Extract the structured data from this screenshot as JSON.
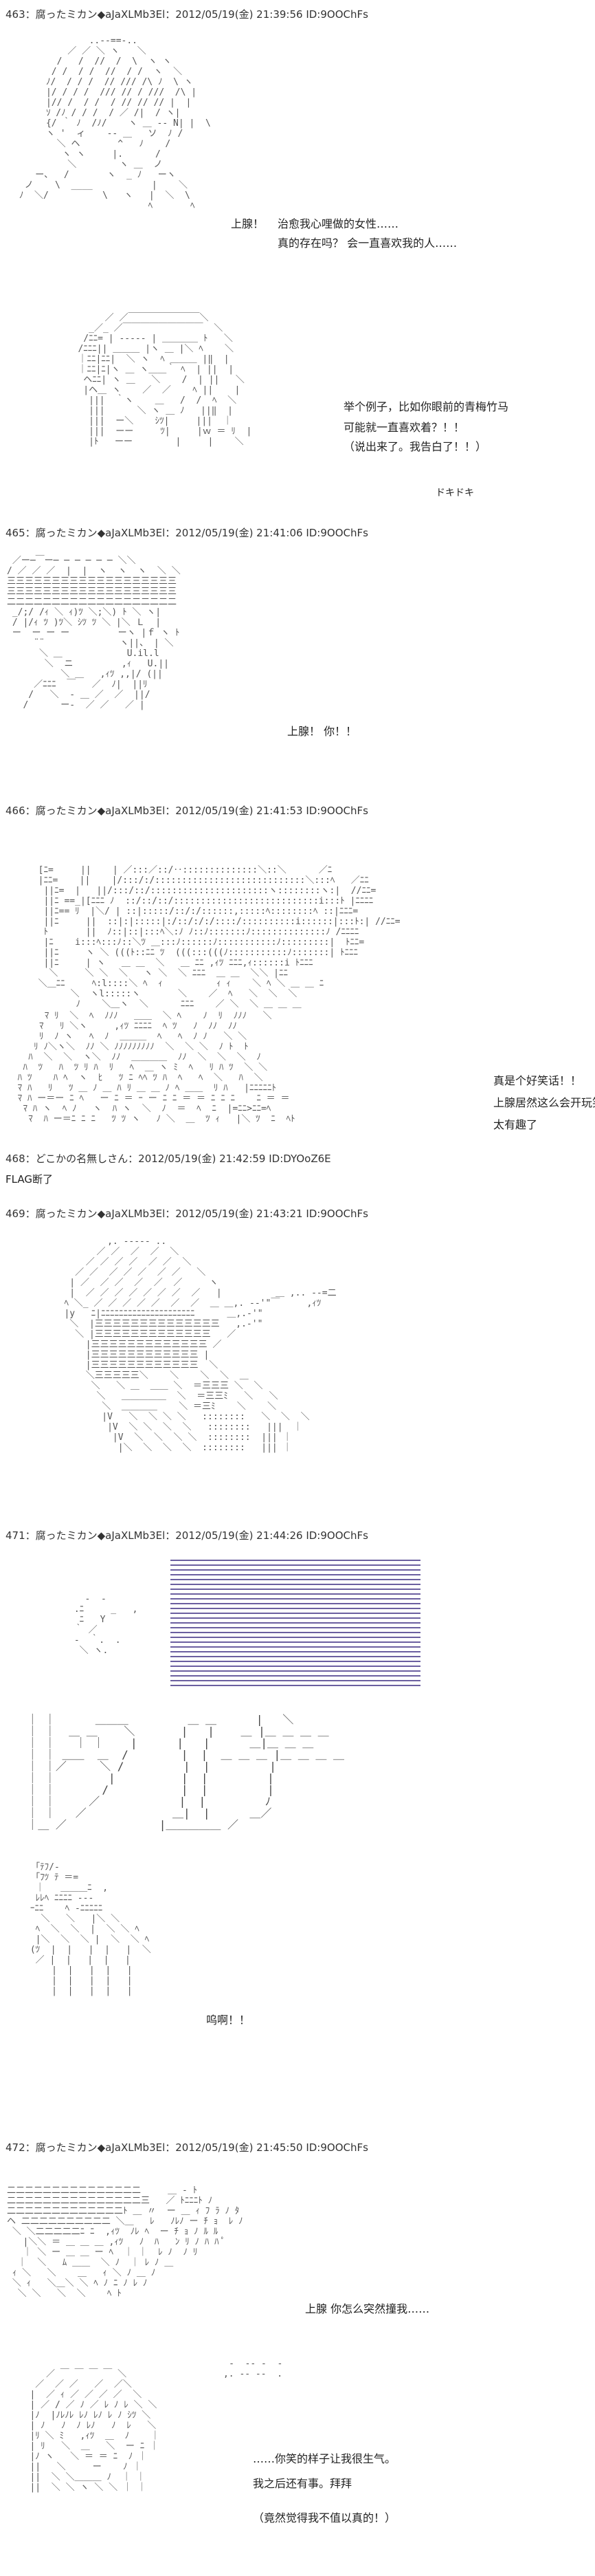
{
  "posts": [
    {
      "header": "463：腐ったミカン◆aJaXLMb3El：2012/05/19(金) 21:39:56 ID:9OOChFs",
      "lines": [
        "上腺！",
        "治愈我心哩做的女性……",
        "真的存在吗？ 会一直喜欢我的人……",
        "举个例子，比如你眼前的青梅竹马",
        "可能就一直喜欢着？！！",
        "（说出来了。我告白了！！）",
        "ドキドキ"
      ]
    },
    {
      "header": "465：腐ったミカン◆aJaXLMb3El：2012/05/19(金) 21:41:06 ID:9OOChFs",
      "lines": [
        "上腺！ 你！！"
      ]
    },
    {
      "header": "466：腐ったミカン◆aJaXLMb3El：2012/05/19(金) 21:41:53 ID:9OOChFs",
      "lines": [
        "真是个好笑话！！",
        "上腺居然这么会开玩笑",
        "太有趣了"
      ]
    },
    {
      "header": "468：どこかの名無しさん：2012/05/19(金) 21:42:59 ID:DYOoZ6E",
      "lines": [
        "FLAG断了"
      ]
    },
    {
      "header": "469：腐ったミカン◆aJaXLMb3El：2012/05/19(金) 21:43:21 ID:9OOChFs",
      "lines": []
    },
    {
      "header": "471：腐ったミカン◆aJaXLMb3El：2012/05/19(金) 21:44:26 ID:9OOChFs",
      "lines": [
        "呜啊！！"
      ]
    },
    {
      "header": "472：腐ったミカン◆aJaXLMb3El：2012/05/19(金) 21:45:50 ID:9OOChFs",
      "lines": [
        "上腺 你怎么突然撞我……",
        "……你笑的样子让我很生气。",
        "我之后还有事。拜拜",
        "（竟然觉得我不值以真的！）"
      ]
    }
  ],
  "colors": {
    "stripe": "#6b5fa0",
    "name_green": "#1a6b2a"
  }
}
